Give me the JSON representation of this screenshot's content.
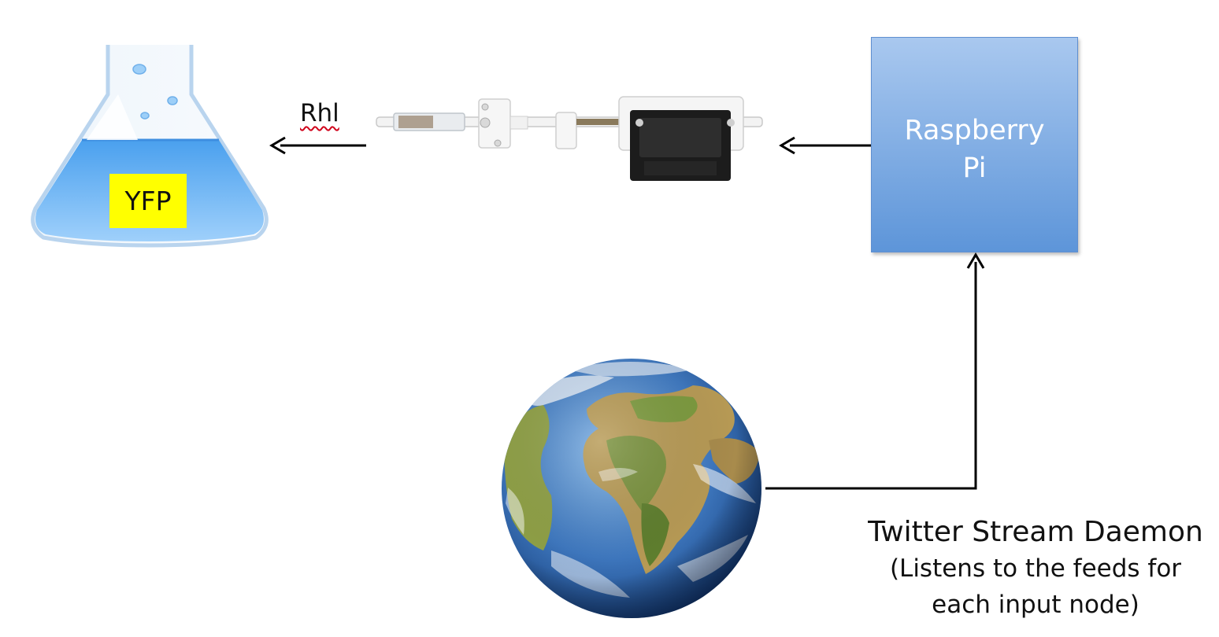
{
  "diagram": {
    "flask": {
      "label": "YFP",
      "liquid_color": "#6fb3f0",
      "highlight_color": "#ffff00"
    },
    "signal": {
      "label": "Rhl"
    },
    "controller": {
      "label": "Raspberry\nPi",
      "fill_top": "#a9c8ef",
      "fill_bottom": "#5d95d9"
    },
    "source": {
      "title": "Twitter Stream Daemon",
      "subtitle_line1": "(Listens to the feeds for",
      "subtitle_line2": "each input node)"
    },
    "icons": {
      "flask": "flask-icon",
      "pump": "syringe-pump-icon",
      "globe": "earth-globe-icon"
    },
    "arrow_color": "#000000"
  }
}
